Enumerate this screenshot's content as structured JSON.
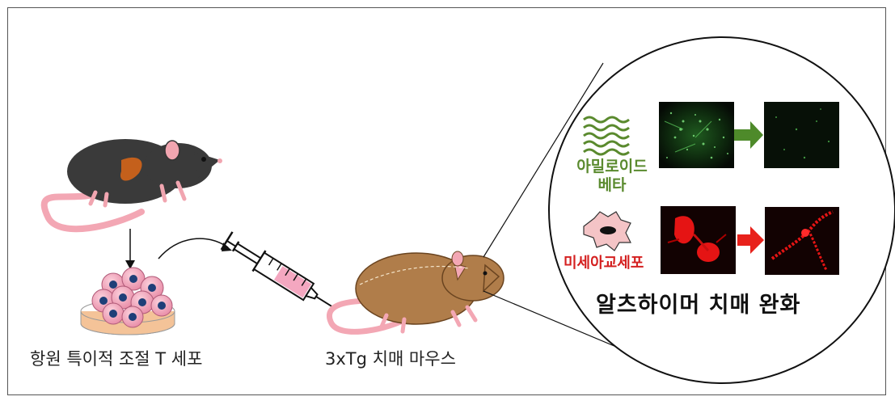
{
  "labels": {
    "treg_cells": "항원 특이적 조절 T 세포",
    "mouse_model": "3xTg 치매 마우스",
    "amyloid_line1": "아밀로이드",
    "amyloid_line2": "베타",
    "microglia": "미세아교세포",
    "result": "알츠하이머 치매 완화"
  },
  "colors": {
    "amyloid": "#5a8a2e",
    "microglia": "#d42020",
    "arrow_green": "#4e8a2a",
    "arrow_red": "#e8211b"
  }
}
